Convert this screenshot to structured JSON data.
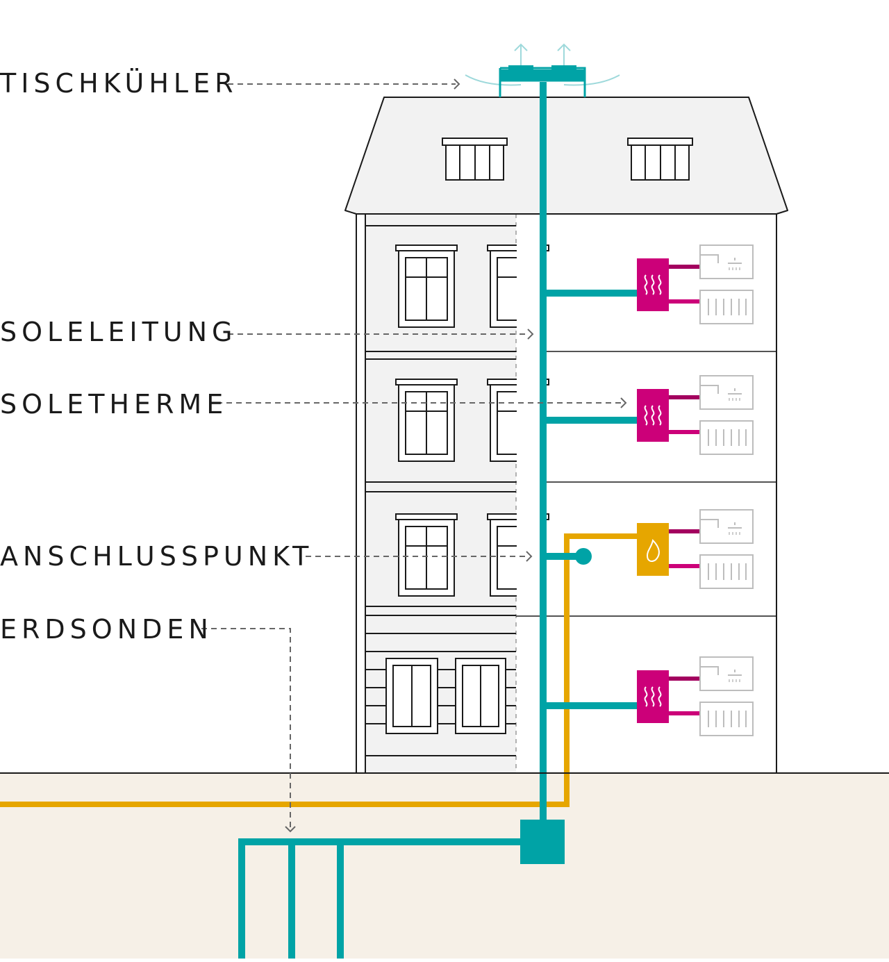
{
  "labels": {
    "tischkuehler": "TISCHKÜHLER",
    "soleleitung": "SOLELEITUNG",
    "soletherme": "SOLETHERME",
    "anschlusspunkt": "ANSCHLUSSPUNKT",
    "erdsonden": "ERDSONDEN"
  },
  "colors": {
    "brine_pipe": "#00A3A6",
    "gas_pipe": "#E6A600",
    "heat_pump": "#CC0079",
    "gas_boiler": "#E6A600",
    "ground": "#F6F0E7",
    "facade": "#F2F2F2",
    "fixture_outline": "#BDBDBD",
    "outline": "#1a1a1a"
  },
  "icons": {
    "heat_pump_unit": "heat-waves-icon",
    "gas_unit": "flame-icon",
    "shower": "shower-icon",
    "radiator": "radiator-icon",
    "cooler_airflow": "arrow-up-icon"
  },
  "floors": [
    {
      "unit": "heat-pump",
      "unit_label": "soletherme"
    },
    {
      "unit": "heat-pump",
      "unit_label": "soletherme"
    },
    {
      "unit": "gas",
      "unit_label": "gas-boiler"
    },
    {
      "unit": "heat-pump",
      "unit_label": "soletherme"
    }
  ]
}
